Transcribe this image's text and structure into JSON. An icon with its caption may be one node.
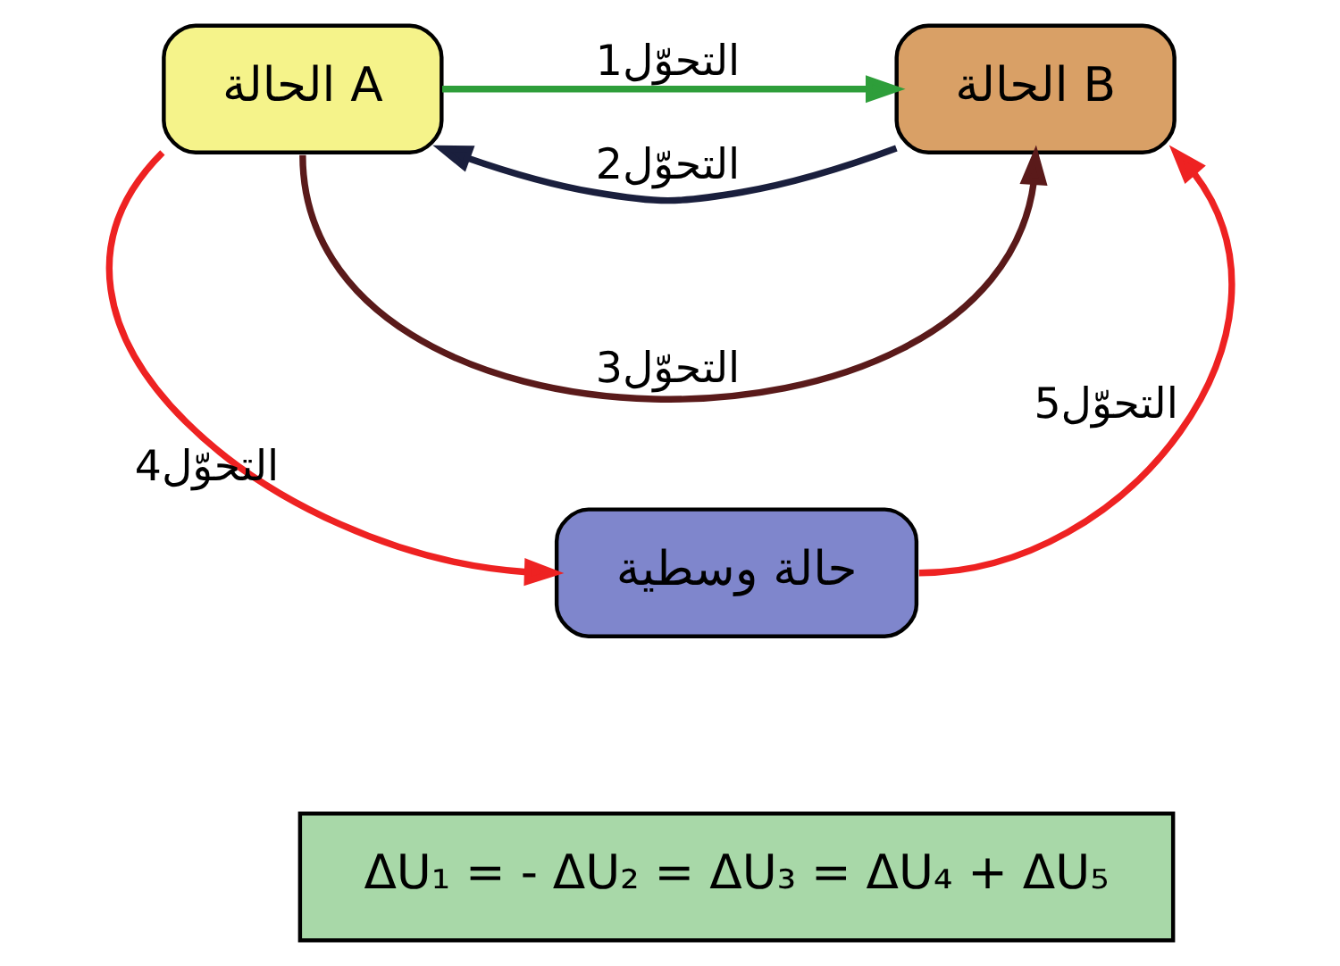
{
  "diagram": {
    "nodes": [
      {
        "text": [
          "الحالة A"
        ]
      },
      {
        "text": [
          "الحالة B"
        ]
      },
      {
        "text": [
          "حالة وسطية"
        ]
      },
      {
        "text": [
          "ΔU₁ = - ΔU₂ = ΔU₃ = ΔU₄ + ΔU₅"
        ]
      }
    ],
    "edges": [
      {
        "from": 0,
        "to": 1,
        "arrow": "to",
        "label": "التحوّل1",
        "color": "#2e9e3a"
      },
      {
        "from": 1,
        "to": 0,
        "arrow": "to",
        "label": "التحوّل2",
        "color": "#1a1f3d"
      },
      {
        "from": 0,
        "to": 1,
        "arrow": "to",
        "label": "التحوّل3",
        "color": "#5a1a1a"
      },
      {
        "from": 0,
        "to": 2,
        "arrow": "to",
        "label": "التحوّل4",
        "color": "#ee2222"
      },
      {
        "from": 2,
        "to": 1,
        "arrow": "to",
        "label": "التحوّل5",
        "color": "#ee2222"
      }
    ]
  }
}
